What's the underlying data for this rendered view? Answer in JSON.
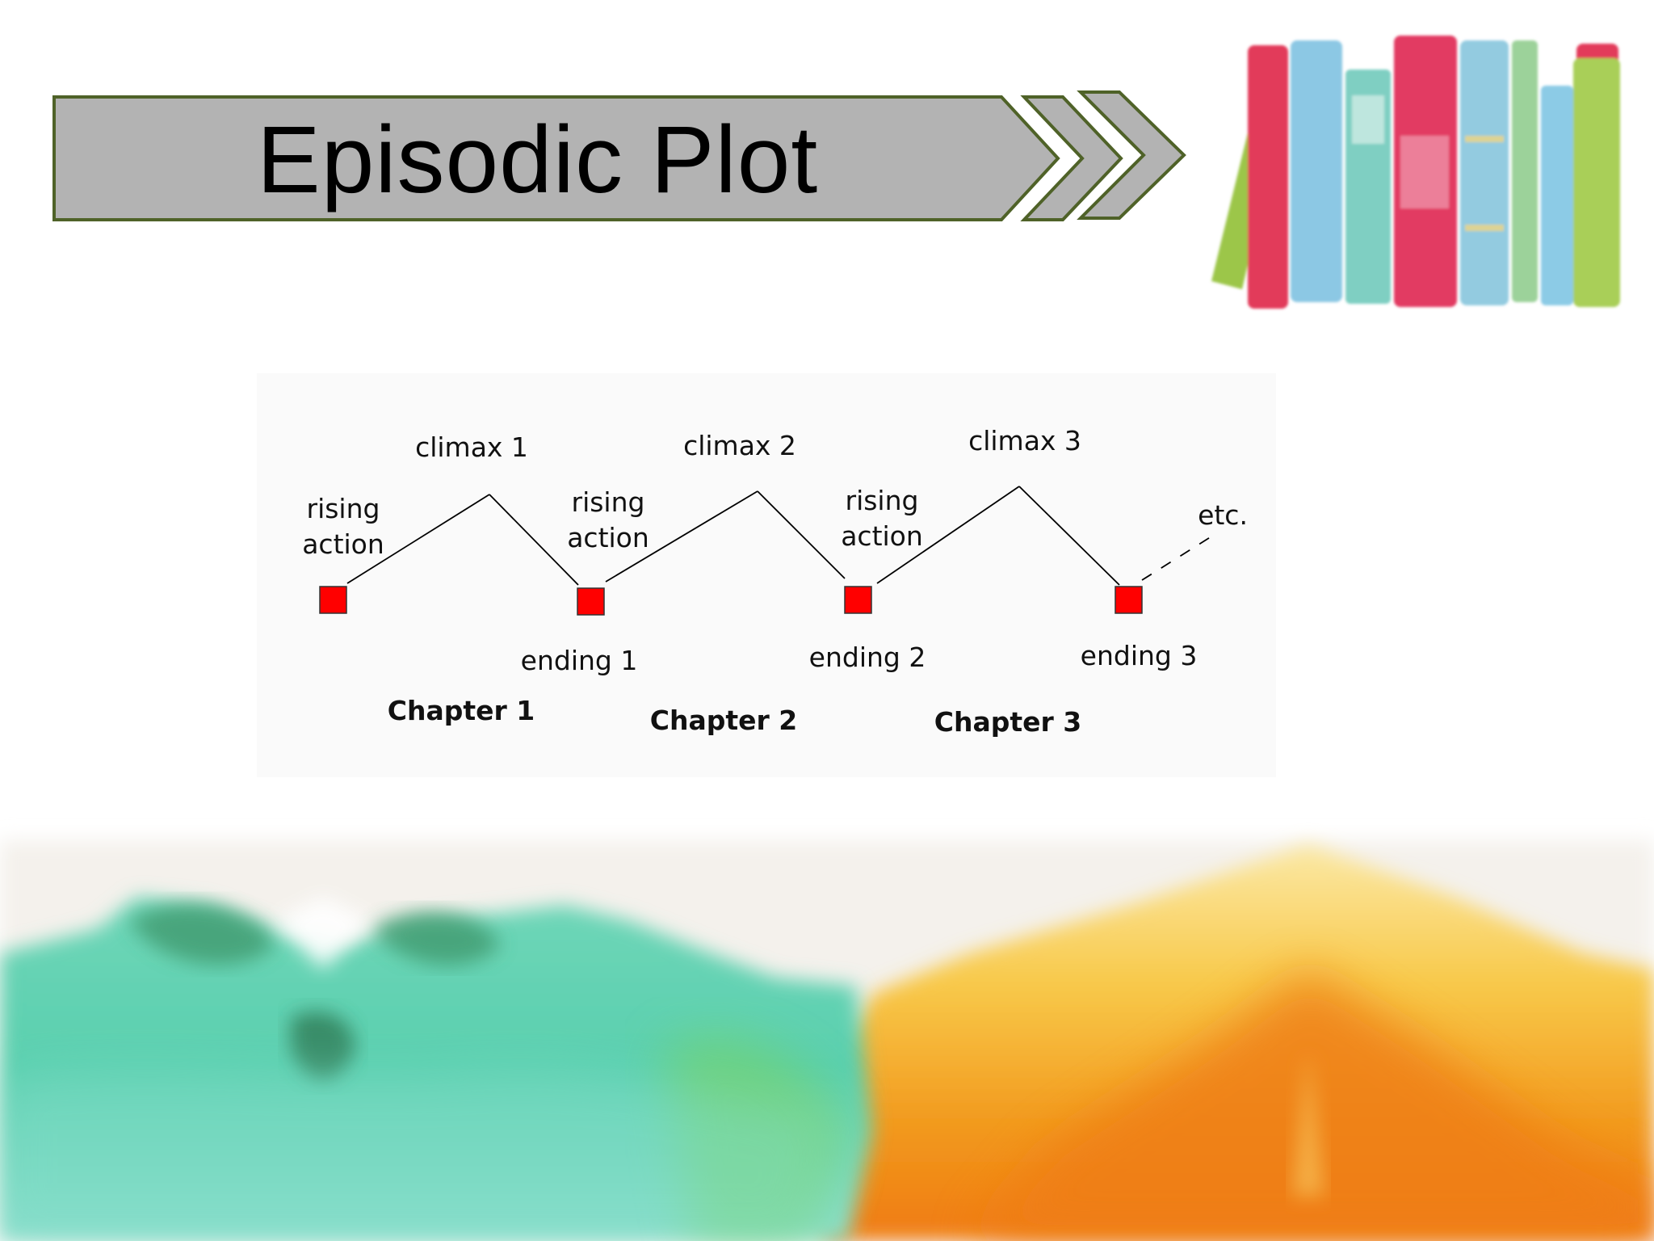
{
  "slide": {
    "title": "Episodic Plot"
  },
  "diagram": {
    "climax_labels": [
      "climax 1",
      "climax 2",
      "climax 3"
    ],
    "rising_action_labels": [
      "rising\naction",
      "rising\naction",
      "rising\naction"
    ],
    "ending_labels": [
      "ending 1",
      "ending 2",
      "ending 3"
    ],
    "chapter_labels": [
      "Chapter 1",
      "Chapter 2",
      "Chapter 3"
    ],
    "continuation_label": "etc.",
    "marker_color": "#ff0000"
  },
  "decorations": {
    "banner_fill": "#b3b3b3",
    "banner_border": "#4f6228",
    "left_wash_color": "#5ecfb0",
    "right_wash_color": "#f5a623"
  },
  "icons": [
    "books-illustration",
    "chevron-arrows-icon",
    "watercolor-wash"
  ]
}
